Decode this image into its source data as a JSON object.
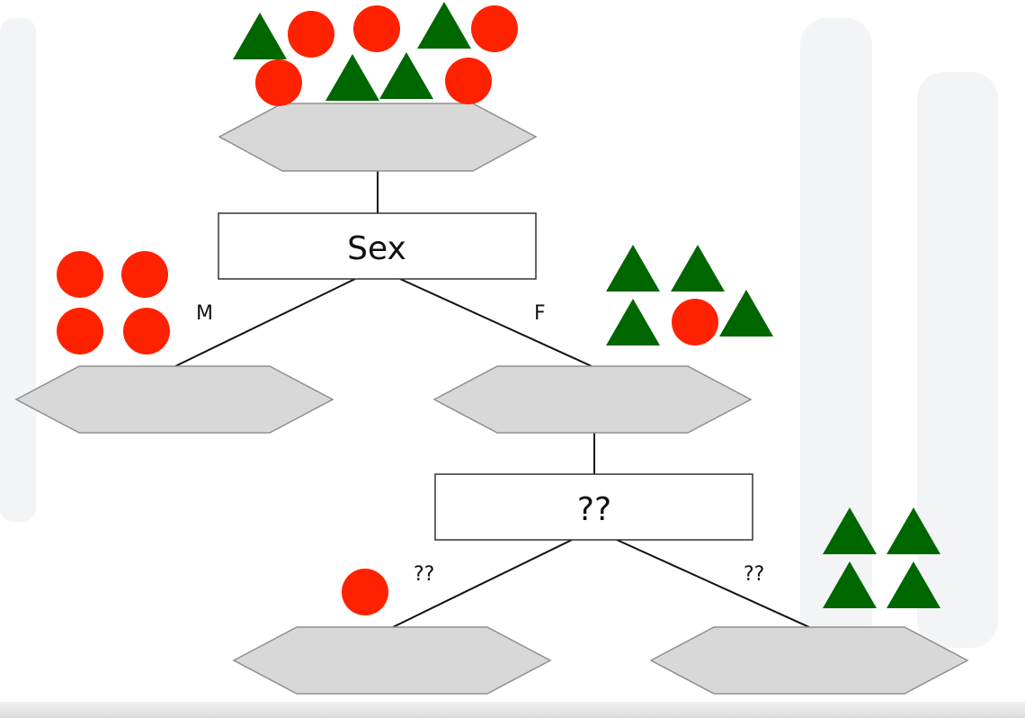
{
  "colors": {
    "circle": "#ff2200",
    "triangle": "#006600",
    "hex_fill": "#d8d8d8",
    "hex_stroke": "#8f8f8f",
    "box_stroke": "#333333"
  },
  "root": {
    "shapes": [
      "triangle",
      "circle",
      "circle",
      "triangle",
      "circle",
      "circle",
      "triangle",
      "triangle",
      "circle"
    ]
  },
  "split1": {
    "label": "Sex"
  },
  "branches": {
    "left_label": "M",
    "right_label": "F",
    "left_shapes": [
      "circle",
      "circle",
      "circle",
      "circle"
    ],
    "right_shapes": [
      "triangle",
      "triangle",
      "triangle",
      "circle",
      "triangle"
    ]
  },
  "split2": {
    "label": "??"
  },
  "sub_branches": {
    "left_label": "??",
    "right_label": "??",
    "left_shapes": [
      "circle"
    ],
    "right_shapes": [
      "triangle",
      "triangle",
      "triangle",
      "triangle"
    ]
  }
}
